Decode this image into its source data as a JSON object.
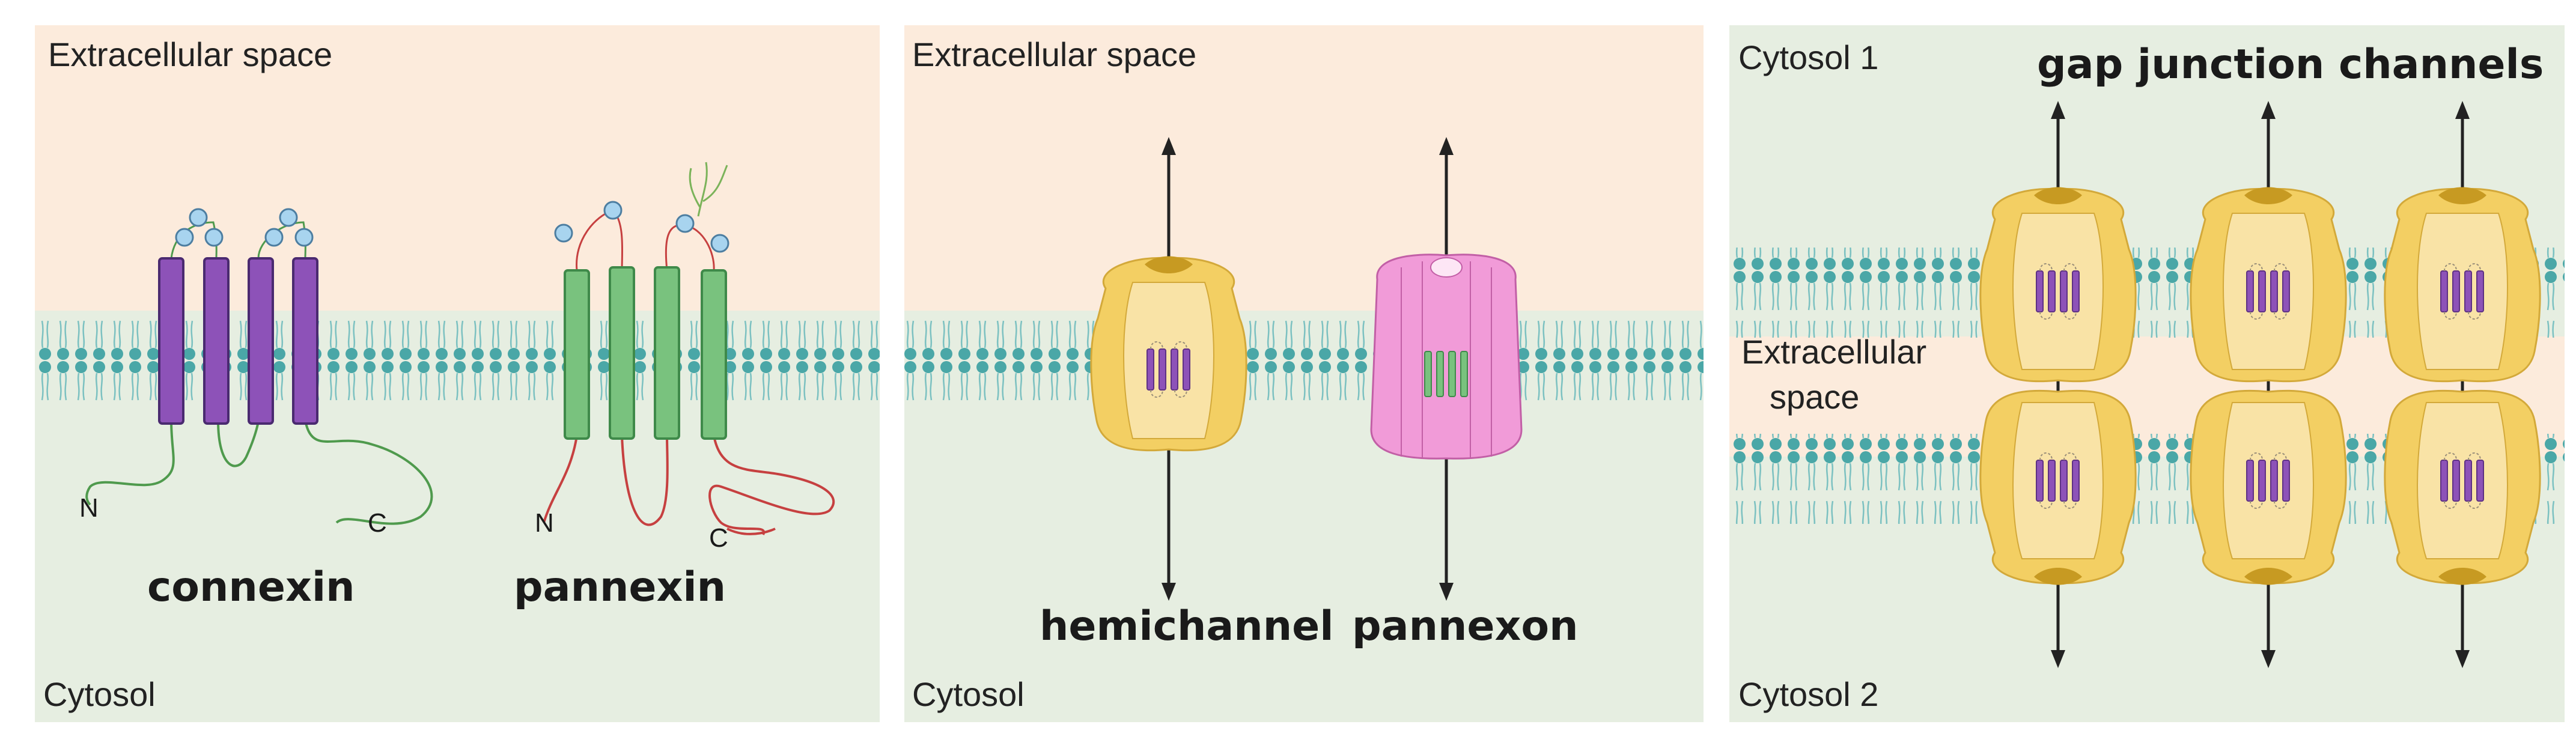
{
  "panels": {
    "left": {
      "top_label": "Extracellular space",
      "bottom_label": "Cytosol",
      "proteins": [
        {
          "name": "connexin",
          "n_label": "N",
          "c_label": "C"
        },
        {
          "name": "pannexin",
          "n_label": "N",
          "c_label": "C"
        }
      ]
    },
    "middle": {
      "top_label": "Extracellular space",
      "bottom_label": "Cytosol",
      "channels": [
        {
          "name": "hemichannel"
        },
        {
          "name": "pannexon"
        }
      ]
    },
    "right": {
      "title": "gap junction channels",
      "top_label": "Cytosol 1",
      "middle_label_line1": "Extracellular",
      "middle_label_line2": "space",
      "bottom_label": "Cytosol 2"
    }
  },
  "colors": {
    "extracellular_bg": "#fcebdc",
    "cytosol_bg": "#e6eee1",
    "membrane_head": "#4aa7a7",
    "connexin": "#8d52b8",
    "pannexin": "#79c27e",
    "hemichannel": "#f3cf63",
    "pannexon": "#f19bd8",
    "loop_connexin": "#4f9a4d",
    "loop_pannexin": "#c64040"
  }
}
